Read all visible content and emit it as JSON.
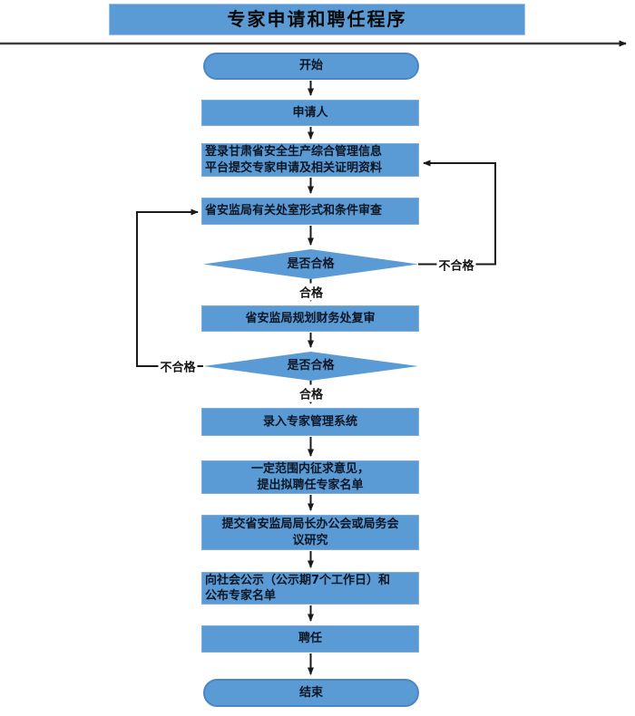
{
  "title": "专家申请和聘任程序",
  "colors": {
    "node_fill": "#5b9bd5",
    "node_text": "#0c1624",
    "line": "#262626"
  },
  "nodes": [
    {
      "id": "start",
      "type": "terminator",
      "label": "开始"
    },
    {
      "id": "applicant",
      "type": "process",
      "label": "申请人"
    },
    {
      "id": "login",
      "type": "process",
      "label": "登录甘肃省安全生产综合管理信息\n平台提交专家申请及相关证明资料"
    },
    {
      "id": "dept-review",
      "type": "process",
      "label": "省安监局有关处室形式和条件审查"
    },
    {
      "id": "decision-1",
      "type": "decision",
      "label": "是否合格"
    },
    {
      "id": "finance-review",
      "type": "process",
      "label": "省安监局规划财务处复审"
    },
    {
      "id": "decision-2",
      "type": "decision",
      "label": "是否合格"
    },
    {
      "id": "enter-system",
      "type": "process",
      "label": "录入专家管理系统"
    },
    {
      "id": "solicit",
      "type": "process",
      "label": "一定范围内征求意见，\n提出拟聘任专家名单"
    },
    {
      "id": "meeting",
      "type": "process",
      "label": "提交省安监局局长办公会或局务会\n议研究"
    },
    {
      "id": "publicity",
      "type": "process",
      "label": "向社会公示（公示期7个工作日）和\n公布专家名单"
    },
    {
      "id": "appoint",
      "type": "process",
      "label": "聘任"
    },
    {
      "id": "end",
      "type": "terminator",
      "label": "结束"
    }
  ],
  "edge_labels": {
    "pass": "合格",
    "fail": "不合格"
  },
  "edges": [
    {
      "from": "start",
      "to": "applicant"
    },
    {
      "from": "applicant",
      "to": "login"
    },
    {
      "from": "login",
      "to": "dept-review"
    },
    {
      "from": "dept-review",
      "to": "decision-1"
    },
    {
      "from": "decision-1",
      "to": "finance-review",
      "label": "合格"
    },
    {
      "from": "decision-1",
      "to": "login",
      "label": "不合格"
    },
    {
      "from": "finance-review",
      "to": "decision-2"
    },
    {
      "from": "decision-2",
      "to": "enter-system",
      "label": "合格"
    },
    {
      "from": "decision-2",
      "to": "dept-review",
      "label": "不合格"
    },
    {
      "from": "enter-system",
      "to": "solicit"
    },
    {
      "from": "solicit",
      "to": "meeting"
    },
    {
      "from": "meeting",
      "to": "publicity"
    },
    {
      "from": "publicity",
      "to": "appoint"
    },
    {
      "from": "appoint",
      "to": "end"
    }
  ]
}
